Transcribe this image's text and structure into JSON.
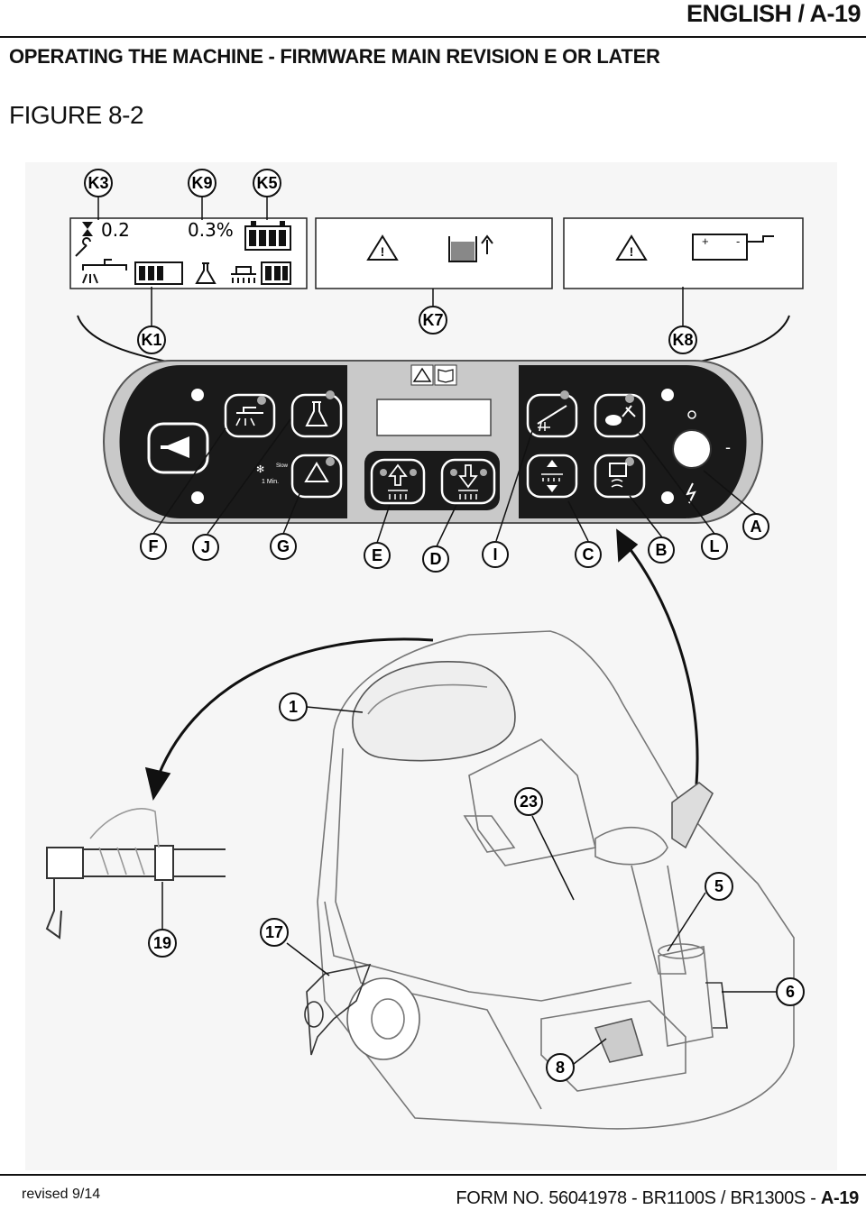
{
  "header": {
    "page_id": "ENGLISH / A-19",
    "section_title": "OPERATING THE MACHINE - FIRMWARE MAIN REVISION E OR LATER",
    "figure_title": "FIGURE 8-2"
  },
  "figure": {
    "display_callouts": [
      "K3",
      "K9",
      "K5",
      "K1",
      "K7",
      "K8"
    ],
    "display_values": {
      "hours": "0.2",
      "percent": "0.3%"
    },
    "panel_callouts": [
      "F",
      "J",
      "G",
      "E",
      "D",
      "I",
      "C",
      "B",
      "L",
      "A"
    ],
    "panel_small_text": {
      "timer": "1 Min.",
      "speed": "Slow"
    },
    "machine_callouts": [
      "1",
      "23",
      "5",
      "6",
      "8",
      "17",
      "19"
    ]
  },
  "footer": {
    "revision": "revised 9/14",
    "form_prefix": "FORM NO. 56041978 - BR1100S / BR1300S - ",
    "page": "A-19"
  }
}
